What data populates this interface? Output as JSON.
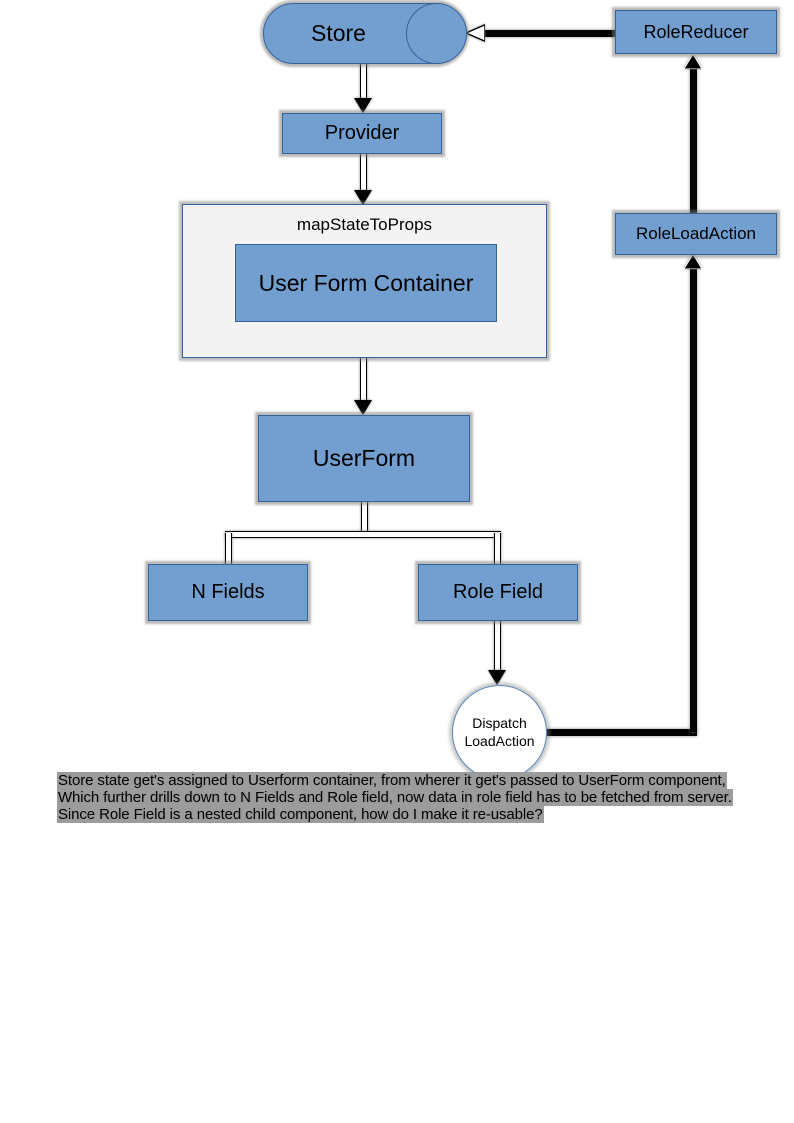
{
  "nodes": {
    "store": "Store",
    "provider": "Provider",
    "map_state_to_props": "mapStateToProps",
    "user_form_container": "User Form Container",
    "user_form": "UserForm",
    "n_fields": "N Fields",
    "role_field": "Role Field",
    "dispatch_line1": "Dispatch",
    "dispatch_line2": "LoadAction",
    "role_load_action": "RoleLoadAction",
    "role_reducer": "RoleReducer"
  },
  "caption": {
    "lines": [
      "Store state get's assigned to Userform container, from wherer it get's passed to UserForm component,",
      "Which further drills down to N Fields and Role field, now data in role field has to be fetched from server.",
      "Since Role Field is a nested child component, how do I make it re-usable?"
    ]
  },
  "colors": {
    "node_fill": "#729fcf",
    "node_border": "#34639c",
    "container_fill": "#f3f3f3",
    "circle_fill": "#ffffff",
    "edge": "#000000",
    "shadow": "#888888",
    "caption_highlight": "#9c9c9c"
  }
}
